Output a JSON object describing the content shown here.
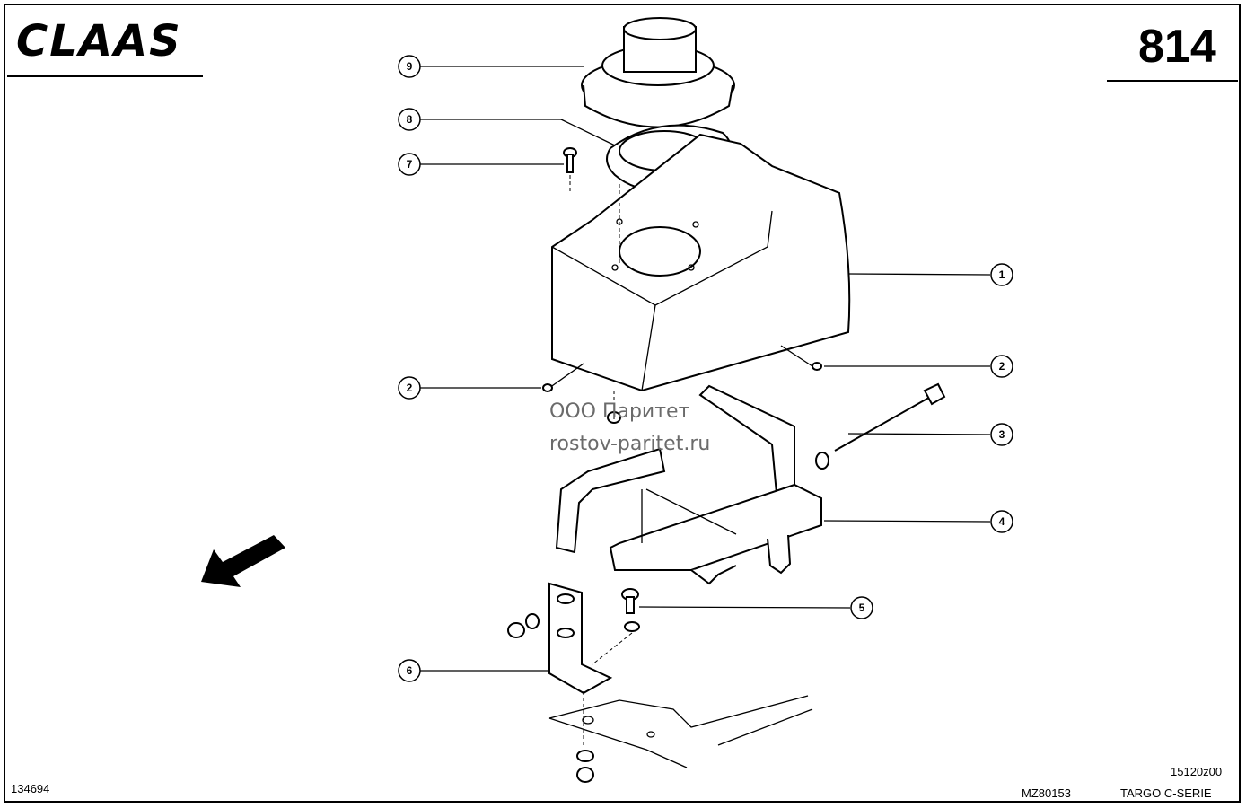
{
  "header": {
    "brand": "CLAAS",
    "page_number": "814"
  },
  "watermark": {
    "line1": "ООО Паритет",
    "line2": "rostov-paritet.ru"
  },
  "callouts": [
    {
      "label": "9"
    },
    {
      "label": "8"
    },
    {
      "label": "7"
    },
    {
      "label": "1"
    },
    {
      "label": "2"
    },
    {
      "label": "2"
    },
    {
      "label": "3"
    },
    {
      "label": "4"
    },
    {
      "label": "5"
    },
    {
      "label": "6"
    }
  ],
  "footer": {
    "left_code": "134694",
    "drawing_no": "MZ80153",
    "ref_code": "15120z00",
    "series": "TARGO C-SERIE"
  }
}
